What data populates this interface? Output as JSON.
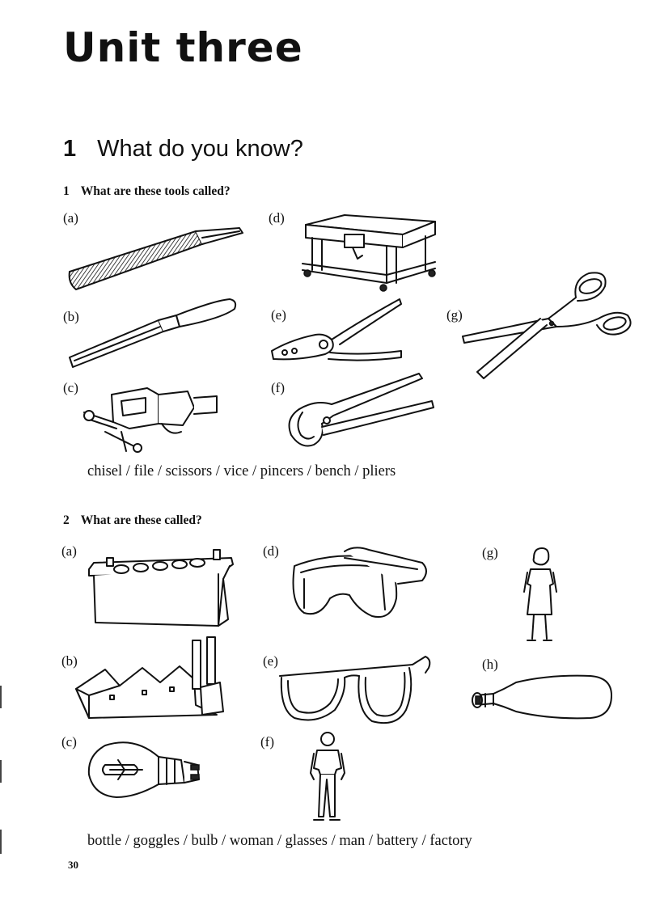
{
  "unit_title": "Unit three",
  "section": {
    "number": "1",
    "title": "What do you know?"
  },
  "part1": {
    "number": "1",
    "question": "What are these tools called?",
    "labels": {
      "a": "(a)",
      "b": "(b)",
      "c": "(c)",
      "d": "(d)",
      "e": "(e)",
      "f": "(f)",
      "g": "(g)"
    },
    "illustrations": {
      "a": "file-icon",
      "b": "chisel-icon",
      "c": "vice-icon",
      "d": "bench-icon",
      "e": "pliers-icon",
      "f": "pincers-icon",
      "g": "scissors-icon"
    },
    "word_list": "chisel / file / scissors / vice / pincers / bench / pliers"
  },
  "part2": {
    "number": "2",
    "question": "What are these called?",
    "labels": {
      "a": "(a)",
      "b": "(b)",
      "c": "(c)",
      "d": "(d)",
      "e": "(e)",
      "f": "(f)",
      "g": "(g)",
      "h": "(h)"
    },
    "illustrations": {
      "a": "battery-icon",
      "b": "factory-icon",
      "c": "bulb-icon",
      "d": "goggles-icon",
      "e": "glasses-icon",
      "f": "man-icon",
      "g": "woman-icon",
      "h": "bottle-icon"
    },
    "word_list": "bottle / goggles / bulb / woman / glasses / man / battery / factory"
  },
  "page_number": "30"
}
